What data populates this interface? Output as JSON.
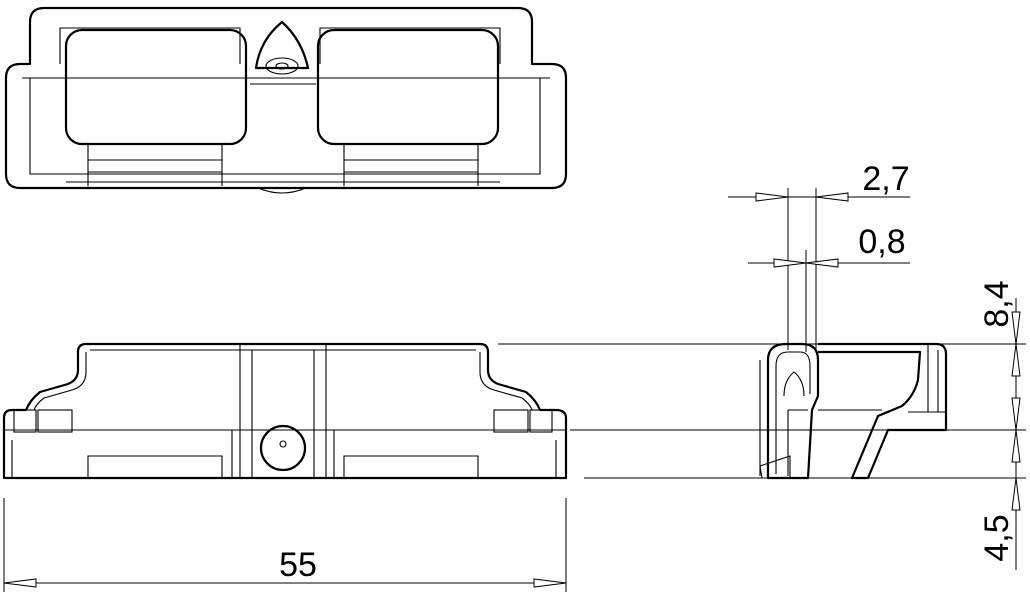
{
  "dimensions": {
    "width": "55",
    "height_total": "8,4",
    "height_base": "4,5",
    "outer_width": "2,7",
    "inner_width": "0,8"
  }
}
